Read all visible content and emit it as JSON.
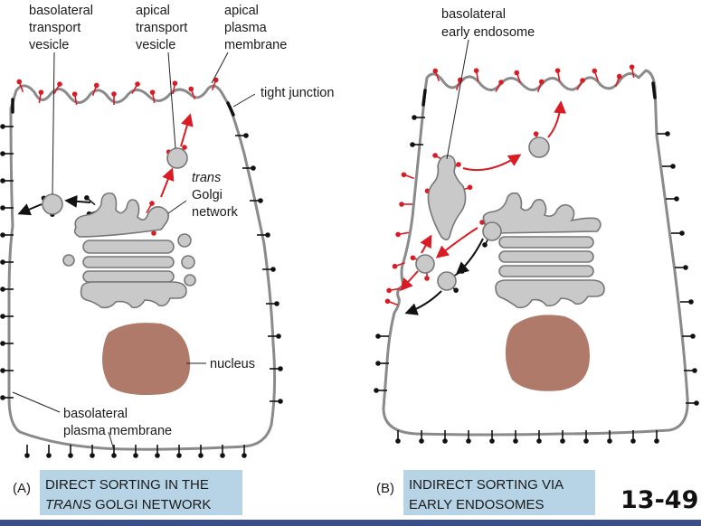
{
  "panelA": {
    "labels": {
      "basolateral_transport_vesicle": [
        "basolateral",
        "transport",
        "vesicle"
      ],
      "apical_transport_vesicle": [
        "apical",
        "transport",
        "vesicle"
      ],
      "apical_plasma_membrane": [
        "apical",
        "plasma",
        "membrane"
      ],
      "tight_junction": "tight junction",
      "trans_golgi_network": [
        "trans",
        "Golgi",
        "network"
      ],
      "nucleus": "nucleus",
      "basolateral_plasma_membrane": [
        "basolateral",
        "plasma membrane"
      ]
    },
    "caption": {
      "letter": "(A)",
      "line1": "DIRECT SORTING IN THE",
      "line2_italic": "TRANS",
      "line2_rest": " GOLGI NETWORK"
    }
  },
  "panelB": {
    "labels": {
      "basolateral_early_endosome": [
        "basolateral",
        "early endosome"
      ]
    },
    "caption": {
      "letter": "(B)",
      "line1": "INDIRECT SORTING VIA",
      "line2": "EARLY ENDOSOMES"
    }
  },
  "figure_number": "13-49",
  "colors": {
    "membrane": "#8a8a8a",
    "apical_protein": "#d91c24",
    "basolateral_protein": "#111111",
    "organelle": "#c9c9c9",
    "nucleus": "#b07a6a",
    "caption_box": "#b7d3e6",
    "bottom_bar": "#3a4f8a"
  }
}
